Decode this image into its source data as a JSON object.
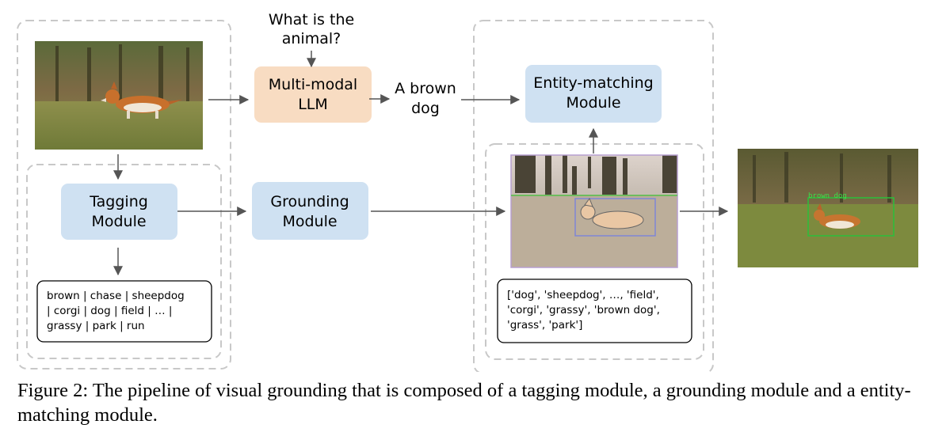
{
  "nodes": {
    "question": "What is the\nanimal?",
    "llm": "Multi-modal\nLLM",
    "answer": "A brown\ndog",
    "entity_matching": "Entity-matching\nModule",
    "tagging": "Tagging\nModule",
    "grounding": "Grounding\nModule"
  },
  "tags_text": "brown | chase | sheepdog\n| corgi | dog | field | … |\ngrassy | park | run",
  "entities_text": "['dog', 'sheepdog', …, 'field',\n'corgi', 'grassy', 'brown dog',\n'grass', 'park']",
  "detection_label": "brown dog",
  "caption": "Figure 2: The pipeline of visual grounding that is composed of a tagging module, a grounding module and a entity-matching module.",
  "colors": {
    "llm_fill": "#f8dcc2",
    "module_fill": "#cfe1f2",
    "dashed_border": "#c8c8c8",
    "arrow": "#555555",
    "detection_box": "#2bbf3a"
  }
}
